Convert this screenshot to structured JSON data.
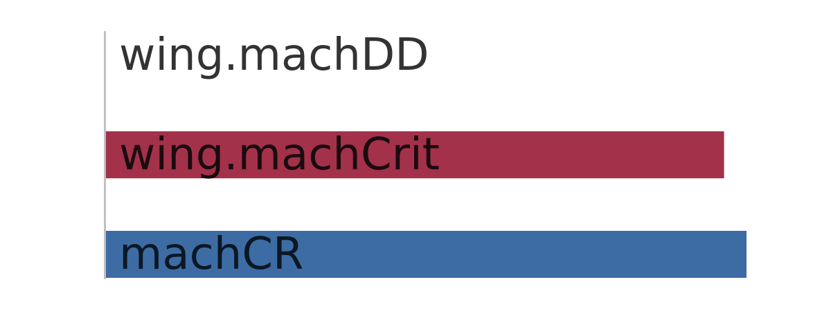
{
  "chart_data": {
    "type": "bar",
    "orientation": "horizontal",
    "title": "",
    "xlabel": "",
    "ylabel": "",
    "grid": false,
    "xlim": [
      0,
      1
    ],
    "categories": [
      "wing.machDD",
      "wing.machCrit",
      "machCR"
    ],
    "values": [
      0.0,
      0.965,
      1.0
    ],
    "colors": [
      "#a3314a",
      "#a3314a",
      "#3d6ca5"
    ],
    "label_colors": [
      "#333333",
      "#1a0b0f",
      "#0b1824"
    ],
    "axis_color": "#c0c0c0"
  }
}
